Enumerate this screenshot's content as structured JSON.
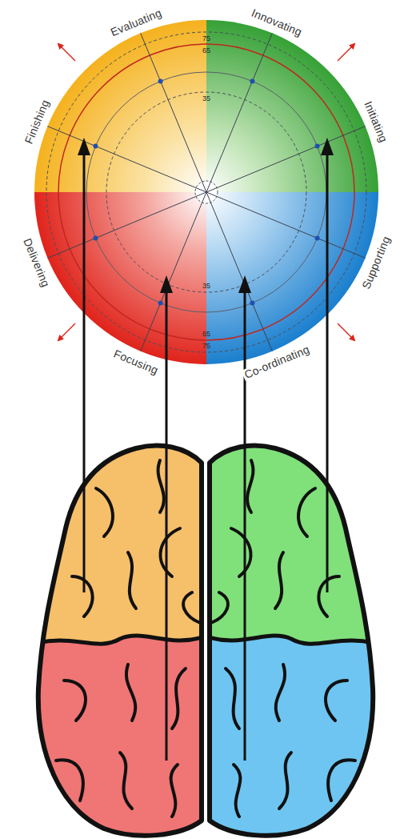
{
  "diagram": {
    "labels": [
      "Evaluating",
      "Innovating",
      "Initiating",
      "Supporting",
      "Co-ordinating",
      "Focusing",
      "Delivering",
      "Finishing",
      "75",
      "65",
      "35",
      "35",
      "65",
      "75"
    ]
  }
}
